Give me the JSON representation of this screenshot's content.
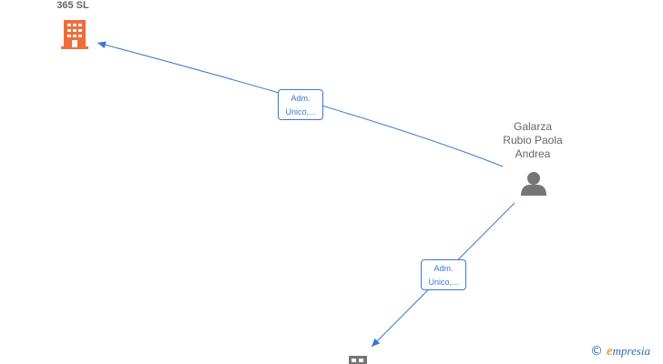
{
  "nodes": {
    "company_main": {
      "label": "365  SL",
      "color": "#f26b3a"
    },
    "person": {
      "label_lines": [
        "Galarza",
        "Rubio Paola",
        "Andrea"
      ],
      "color": "#757575"
    },
    "company_bottom": {
      "color": "#757575"
    }
  },
  "edges": [
    {
      "from": "person",
      "to": "company_main",
      "label_lines": [
        "Adm.",
        "Unico,..."
      ]
    },
    {
      "from": "person",
      "to": "company_bottom",
      "label_lines": [
        "Adm.",
        "Unico,..."
      ]
    }
  ],
  "colors": {
    "edge": "#3a78d4"
  },
  "watermark": {
    "copyright_symbol": "©",
    "brand_initial": "e",
    "brand_rest": "mpresia"
  }
}
